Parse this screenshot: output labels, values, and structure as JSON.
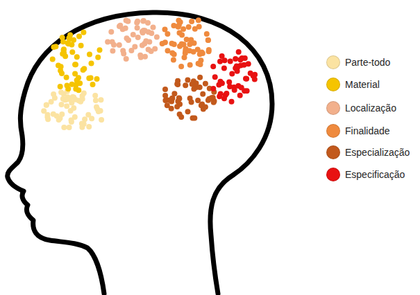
{
  "diagram": {
    "legend": [
      {
        "text": "Parte-todo",
        "color": "#fbe3a2"
      },
      {
        "text": "Material",
        "color": "#f5c400"
      },
      {
        "text": "Localização",
        "color": "#f2b08c"
      },
      {
        "text": "Finalidade",
        "color": "#ef8a3e"
      },
      {
        "text": "Especialização",
        "color": "#c2591c"
      },
      {
        "text": "Especificação",
        "color": "#e81212"
      }
    ]
  }
}
